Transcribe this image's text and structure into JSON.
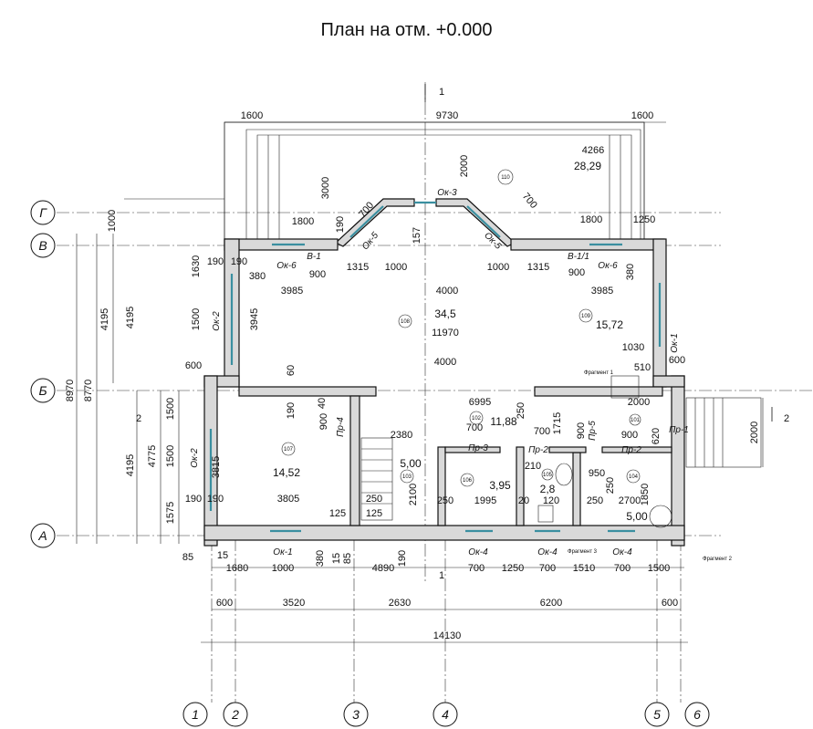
{
  "title": "План на отм.  +0.000",
  "axes": {
    "horizontal": [
      "Г",
      "В",
      "Б",
      "А"
    ],
    "vertical": [
      "1",
      "2",
      "3",
      "4",
      "5",
      "6"
    ]
  },
  "section_marks": [
    "1",
    "1",
    "2",
    "2"
  ],
  "rooms": {
    "r110": {
      "num": "110",
      "area": "28,29"
    },
    "r108": {
      "num": "108",
      "area": "34,5"
    },
    "r109": {
      "num": "109",
      "area": "15,72"
    },
    "r107": {
      "num": "107",
      "area": "14,52"
    },
    "r102": {
      "num": "102",
      "area": "11,88"
    },
    "r103": {
      "num": "103",
      "area": "5,00"
    },
    "r106": {
      "num": "106",
      "area": "3,95"
    },
    "r105": {
      "num": "105",
      "area": "2,8"
    },
    "r104": {
      "num": "104",
      "area": "5,00"
    },
    "r101": {
      "num": "101",
      "area": ""
    }
  },
  "marks": {
    "ok1": "Ок-1",
    "ok1b": "Ок-1",
    "ok2": "Ок-2",
    "ok2b": "Ок-2",
    "ok3": "Ок-3",
    "ok4a": "Ок-4",
    "ok4b": "Ок-4",
    "ok4c": "Ок-4",
    "ok5a": "Ок-5",
    "ok5b": "Ок-5",
    "ok6a": "Ок-6",
    "ok6b": "Ок-6",
    "v1": "В-1",
    "v11": "В-1/1",
    "pr1": "Пр-1",
    "pr2a": "Пр-2",
    "pr2b": "Пр-2",
    "pr3": "Пр-3",
    "pr4": "Пр-4",
    "pr5": "Пр-5"
  },
  "fragments": {
    "f1": "Фрагмент 1",
    "f2": "Фрагмент 2",
    "f3": "Фрагмент 3"
  },
  "dims": {
    "top_1600a": "1600",
    "top_9730": "9730",
    "top_1600b": "1600",
    "d4266": "4266",
    "d3000": "3000",
    "d2000": "2000",
    "d700a": "700",
    "d700b": "700",
    "d157": "157",
    "d1000l": "1000",
    "d1800a": "1800",
    "d190a": "190",
    "d1800b": "1800",
    "d1250a": "1250",
    "d190b": "190",
    "d190c": "190",
    "d380a": "380",
    "d1630": "1630",
    "d900a": "900",
    "d1315a": "1315",
    "d1000a": "1000",
    "d1000b": "1000",
    "d1315b": "1315",
    "d900b": "900",
    "d380b": "380",
    "d3985a": "3985",
    "d4000a": "4000",
    "d3985b": "3985",
    "d1500a": "1500",
    "d3945": "3945",
    "d11970": "11970",
    "d4000b": "4000",
    "d1030": "1030",
    "d510": "510",
    "d600a": "600",
    "d600b": "600",
    "d60": "60",
    "d190d": "190",
    "d40": "40",
    "d6995": "6995",
    "d250a": "250",
    "d2000b": "2000",
    "d900c": "900",
    "d700c": "700",
    "d700d": "700",
    "d1715": "1715",
    "d900d": "900",
    "d620": "620",
    "d900e": "900",
    "d2380": "2380",
    "d2000r": "2000",
    "d3815": "3815",
    "d210": "210",
    "d950": "950",
    "d250b": "250",
    "d190e": "190",
    "d190f": "190",
    "d3805": "3805",
    "d250c": "250",
    "d2100": "2100",
    "d250d": "250",
    "d1995": "1995",
    "d20": "20",
    "d120": "120",
    "d250e": "250",
    "d2700": "2700",
    "d1850": "1850",
    "d125a": "125",
    "d125b": "125",
    "d4195a": "4195",
    "d4195b": "4195",
    "d8970": "8970",
    "d8770": "8770",
    "d1500b": "1500",
    "d1500c": "1500",
    "d4775": "4775",
    "d1575": "1575",
    "d4195c": "4195",
    "d85a": "85",
    "d15": "15",
    "d1680": "1680",
    "d1000c": "1000",
    "d380c": "380",
    "d85b": "85",
    "d15b": "15",
    "d4890": "4890",
    "d190g": "190",
    "d700e": "700",
    "d1250b": "1250",
    "d700f": "700",
    "d1510": "1510",
    "d700g": "700",
    "d1500d": "1500",
    "b600a": "600",
    "b3520": "3520",
    "b2630": "2630",
    "b6200": "6200",
    "b600b": "600",
    "b14130": "14130"
  }
}
